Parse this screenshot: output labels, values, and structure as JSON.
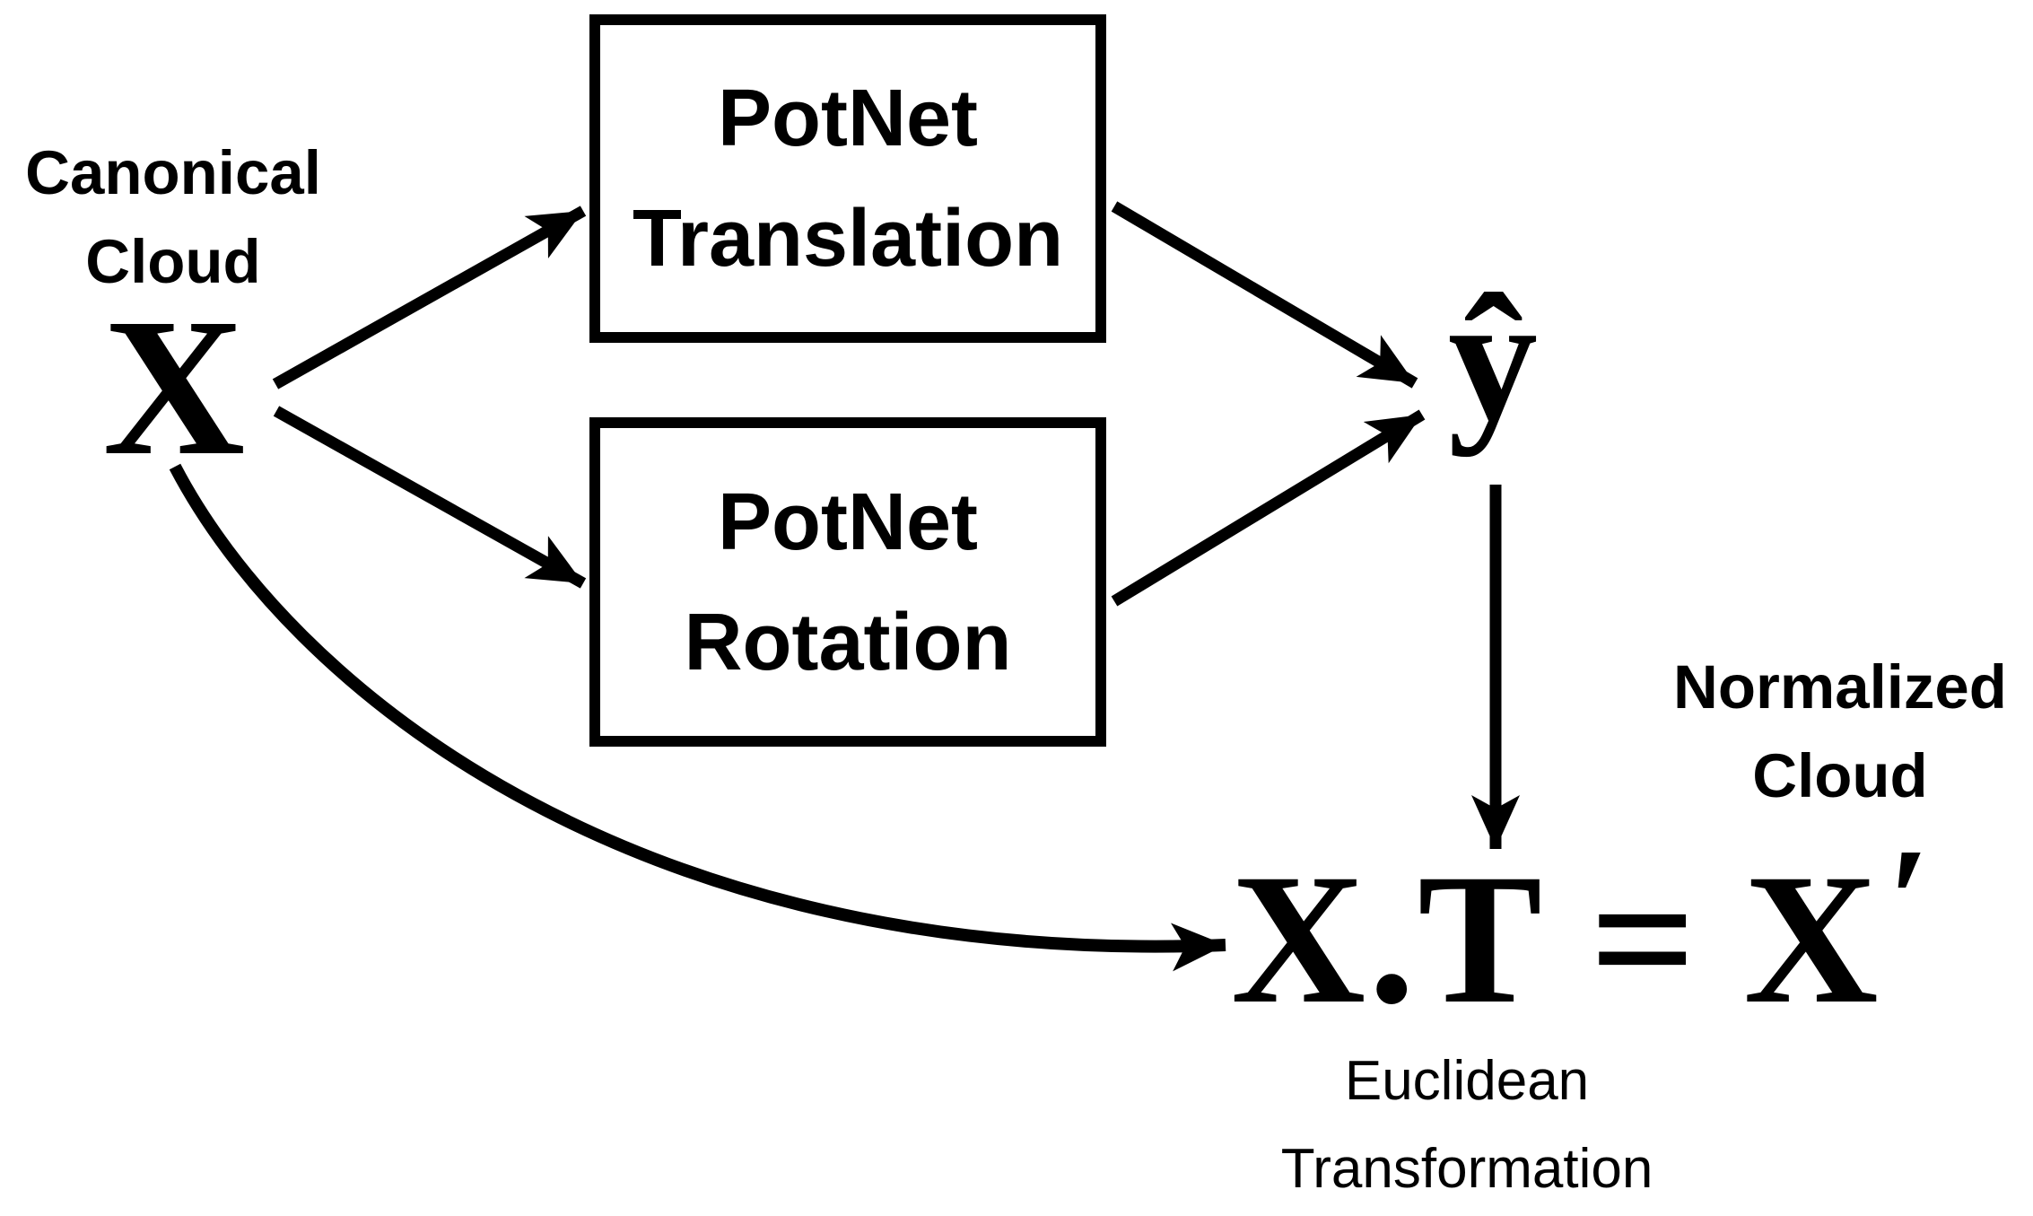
{
  "figure": {
    "type": "flow-diagram",
    "background": "#ffffff",
    "ink_color": "#000000"
  },
  "labels": {
    "canonical_cloud": {
      "line1": "Canonical",
      "line2": "Cloud"
    },
    "input_symbol": "X",
    "output_symbol": "ŷ",
    "normalized_cloud": {
      "line1": "Normalized",
      "line2": "Cloud"
    },
    "euclidean": {
      "line1": "Euclidean",
      "line2": "Transformation"
    },
    "equation": {
      "lhs": "X.T",
      "equals": "=",
      "rhs": "X",
      "prime": "′"
    }
  },
  "boxes": [
    {
      "id": "potnet-translation",
      "line1": "PotNet",
      "line2": "Translation"
    },
    {
      "id": "potnet-rotation",
      "line1": "PotNet",
      "line2": "Rotation"
    }
  ],
  "edges": [
    {
      "from": "canonical-cloud-X",
      "to": "potnet-translation"
    },
    {
      "from": "canonical-cloud-X",
      "to": "potnet-rotation"
    },
    {
      "from": "potnet-translation",
      "to": "y-hat"
    },
    {
      "from": "potnet-rotation",
      "to": "y-hat"
    },
    {
      "from": "y-hat",
      "to": "euclidean-transformation"
    },
    {
      "from": "canonical-cloud-X",
      "to": "euclidean-transformation",
      "style": "curved"
    }
  ]
}
